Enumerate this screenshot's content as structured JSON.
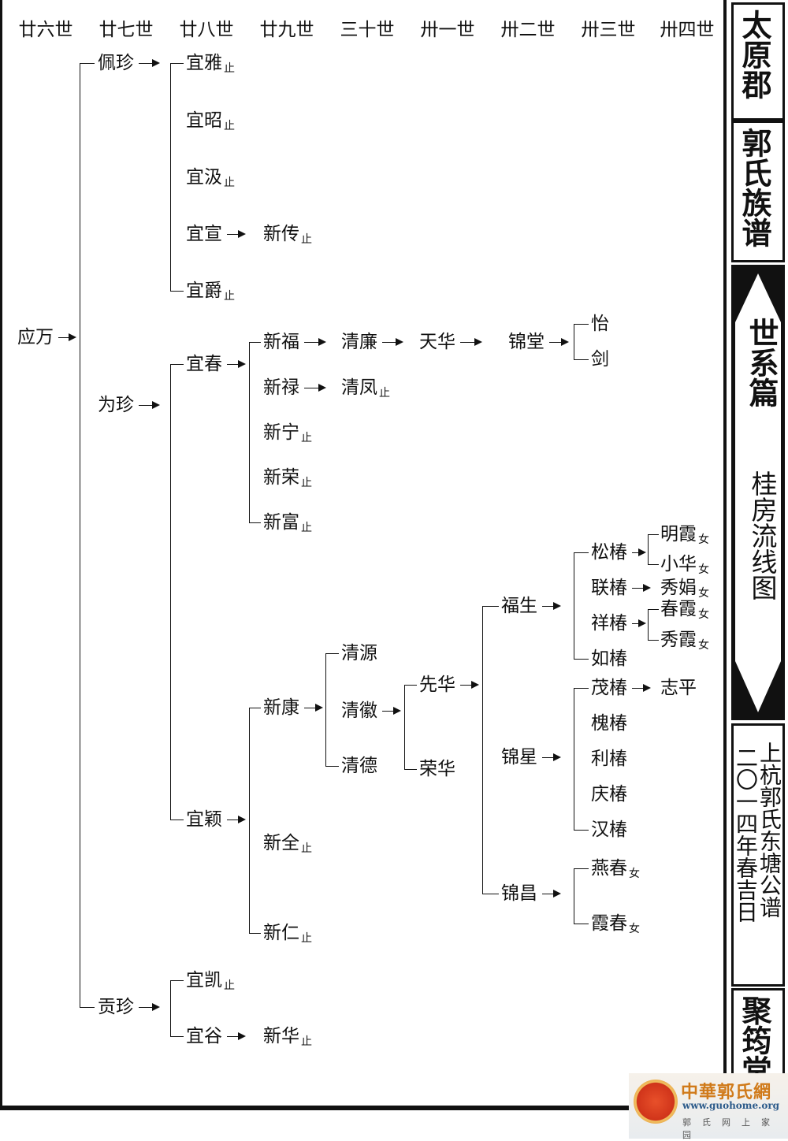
{
  "generations": [
    "廿六世",
    "廿七世",
    "廿八世",
    "廿九世",
    "三十世",
    "卅一世",
    "卅二世",
    "卅三世",
    "卅四世"
  ],
  "nodes": [
    {
      "name": "应万",
      "mark": ""
    },
    {
      "name": "佩珍",
      "mark": ""
    },
    {
      "name": "为珍",
      "mark": ""
    },
    {
      "name": "贡珍",
      "mark": ""
    },
    {
      "name": "宜雅",
      "mark": "止"
    },
    {
      "name": "宜昭",
      "mark": "止"
    },
    {
      "name": "宜汲",
      "mark": "止"
    },
    {
      "name": "宜宣",
      "mark": ""
    },
    {
      "name": "宜爵",
      "mark": "止"
    },
    {
      "name": "宜春",
      "mark": ""
    },
    {
      "name": "宜颖",
      "mark": ""
    },
    {
      "name": "宜凯",
      "mark": "止"
    },
    {
      "name": "宜谷",
      "mark": ""
    },
    {
      "name": "新传",
      "mark": "止"
    },
    {
      "name": "新福",
      "mark": ""
    },
    {
      "name": "新禄",
      "mark": ""
    },
    {
      "name": "新宁",
      "mark": "止"
    },
    {
      "name": "新荣",
      "mark": "止"
    },
    {
      "name": "新富",
      "mark": "止"
    },
    {
      "name": "新康",
      "mark": ""
    },
    {
      "name": "新全",
      "mark": "止"
    },
    {
      "name": "新仁",
      "mark": "止"
    },
    {
      "name": "新华",
      "mark": "止"
    },
    {
      "name": "清廉",
      "mark": ""
    },
    {
      "name": "清凤",
      "mark": "止"
    },
    {
      "name": "清源",
      "mark": ""
    },
    {
      "name": "清徽",
      "mark": ""
    },
    {
      "name": "清德",
      "mark": ""
    },
    {
      "name": "天华",
      "mark": ""
    },
    {
      "name": "先华",
      "mark": ""
    },
    {
      "name": "荣华",
      "mark": ""
    },
    {
      "name": "锦堂",
      "mark": ""
    },
    {
      "name": "福生",
      "mark": ""
    },
    {
      "name": "锦星",
      "mark": ""
    },
    {
      "name": "锦昌",
      "mark": ""
    },
    {
      "name": "怡",
      "mark": ""
    },
    {
      "name": "剑",
      "mark": ""
    },
    {
      "name": "松椿",
      "mark": ""
    },
    {
      "name": "联椿",
      "mark": ""
    },
    {
      "name": "祥椿",
      "mark": ""
    },
    {
      "name": "如椿",
      "mark": ""
    },
    {
      "name": "茂椿",
      "mark": ""
    },
    {
      "name": "槐椿",
      "mark": ""
    },
    {
      "name": "利椿",
      "mark": ""
    },
    {
      "name": "庆椿",
      "mark": ""
    },
    {
      "name": "汉椿",
      "mark": ""
    },
    {
      "name": "燕春",
      "mark": "女"
    },
    {
      "name": "霞春",
      "mark": "女"
    },
    {
      "name": "明霞",
      "mark": "女"
    },
    {
      "name": "小华",
      "mark": "女"
    },
    {
      "name": "秀娟",
      "mark": "女"
    },
    {
      "name": "春霞",
      "mark": "女"
    },
    {
      "name": "秀霞",
      "mark": "女"
    },
    {
      "name": "志平",
      "mark": ""
    }
  ],
  "sidebar": {
    "commandery": "太原郡",
    "book_title": "郭氏族谱",
    "section": "世系篇",
    "subsection": "桂房流线图",
    "lineage": "上杭郭氏东塘公谱",
    "date": "二〇一四年春吉日",
    "hall": "聚筠堂"
  },
  "watermark": {
    "title": "中華郭氏網",
    "url": "www.guohome.org",
    "slogan": "郭氏网上家园"
  }
}
